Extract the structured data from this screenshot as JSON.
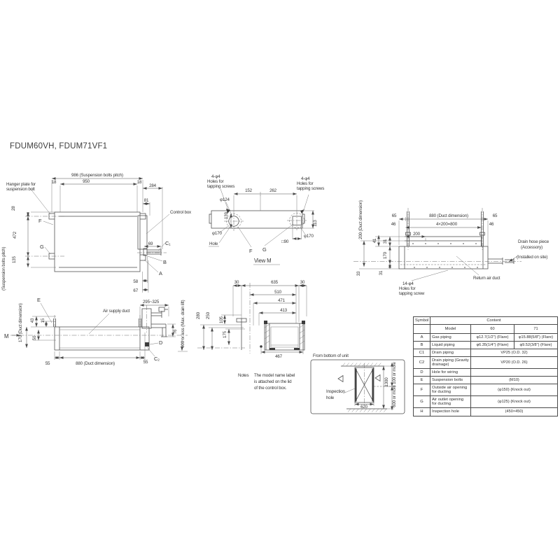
{
  "title": "FDUM60VH, FDUM71VF1",
  "colors": {
    "line": "#4a4a4a",
    "text": "#353535",
    "background": "#ffffff"
  },
  "plan_view": {
    "dim_986": "986 (Suspension bolts pitch)",
    "dim_950": "950",
    "dim_18_left": "18",
    "dim_18_right": "18",
    "dim_284": "284",
    "dim_81": "81",
    "hanger_label_1": "Hanger plate for",
    "hanger_label_2": "suspension bolt",
    "control_box": "Control box",
    "dim_28": "28",
    "dim_472": "472",
    "dim_135": "135",
    "suspension_pitch": "(Suspension bolts pitch)",
    "label_f": "F",
    "label_g": "G",
    "label_c1": "C₁",
    "label_b": "B",
    "label_a": "A",
    "dim_69": "69",
    "dim_58": "58",
    "dim_67": "67"
  },
  "view_m": {
    "holes_note_1": "4-φ4",
    "holes_note_2": "Holes for",
    "holes_note_3": "tapping screws",
    "dim_152": "152",
    "dim_262": "262",
    "dia_124": "φ124",
    "dim_139": "139",
    "dia_170_left": "φ170",
    "hole_label": "Hole",
    "label_f": "F",
    "label_g": "G",
    "square_90": "□90",
    "dia_170_right": "φ170",
    "dim_113": "113",
    "caption": "View M"
  },
  "right_view": {
    "duct_height": "200 (Duct dimension)",
    "dim_33": "33",
    "dim_65_left": "65",
    "dim_46_left": "46",
    "dim_880": "880 (Duct dimension)",
    "dim_pitch": "4×200=800",
    "dim_65_right": "65",
    "dim_46_right": "46",
    "dim_200": "200",
    "dim_41": "41",
    "dim_31_top": "31",
    "dim_170": "170",
    "dim_31_bottom": "31",
    "drain_hose_1": "Drain hose piece",
    "drain_hose_2": "(Accessory)",
    "drain_hose_3": "(Installed on site)",
    "return_duct": "Return air duct",
    "holes_note_1": "14-φ4",
    "holes_note_2": "Holes for",
    "holes_note_3": "tapping screw"
  },
  "front_view": {
    "label_e": "E",
    "air_supply": "Air supply duct",
    "dim_295_325": "295~325",
    "max_drain_lift": "600 or less (Max. drain lift)",
    "label_m": "M",
    "duct_height": "170 (Duct dimension)",
    "dim_43": "43",
    "dim_15": "15",
    "dim_50": "50",
    "dim_55_left": "55",
    "dim_880": "880 (Duct dimension)",
    "dim_55_right": "55",
    "dim_76": "76",
    "label_d": "D",
    "label_c2": "C₂"
  },
  "section_view": {
    "dim_30_left": "30",
    "dim_635": "635",
    "dim_30_right": "30",
    "dim_510": "510",
    "dim_471": "471",
    "dim_413": "413",
    "dim_105": "105",
    "dim_175": "175",
    "dim_250": "250",
    "dim_280": "280",
    "dim_467": "467"
  },
  "notes": {
    "heading": "Notes",
    "line_1": "The model name label",
    "line_2": "is attached on the lid",
    "line_3": "of the control box."
  },
  "bottom_view": {
    "title": "From bottom of unit",
    "inspection_1": "Inspection",
    "inspection_2": "hole",
    "dim_620": "620",
    "dim_1300": "1300",
    "dim_100": "100 or more",
    "dim_600": "600 or more"
  },
  "table": {
    "header_symbol": "Symbol",
    "header_content": "Content",
    "model_label": "Model",
    "model_60": "60",
    "model_71": "71",
    "rows": [
      {
        "symbol": "A",
        "item": "Gas piping",
        "v60": "φ12.7(1/2\") (Flare)",
        "v71": "φ15.88(5/8\") (Flare)"
      },
      {
        "symbol": "B",
        "item": "Liquid piping",
        "v60": "φ6.35(1/4\") (Flare)",
        "v71": "φ9.52(3/8\") (Flare)"
      },
      {
        "symbol": "C1",
        "item": "Drain piping",
        "value": "VP25 (O.D. 32)"
      },
      {
        "symbol": "C2",
        "item": "Drain piping (Gravity drainage)",
        "value": "VP20 (O.D. 26)"
      },
      {
        "symbol": "D",
        "item": "Hole for wiring",
        "value": ""
      },
      {
        "symbol": "E",
        "item": "Suspension bolts",
        "value": "(M10)"
      },
      {
        "symbol": "F",
        "item": "Outside air opening for ducting",
        "value": "(φ150) (Knock out)"
      },
      {
        "symbol": "G",
        "item": "Air outlet opening for ducting",
        "value": "(φ125) (Knock out)"
      },
      {
        "symbol": "H",
        "item": "Inspection hole",
        "value": "(450×450)"
      }
    ]
  }
}
